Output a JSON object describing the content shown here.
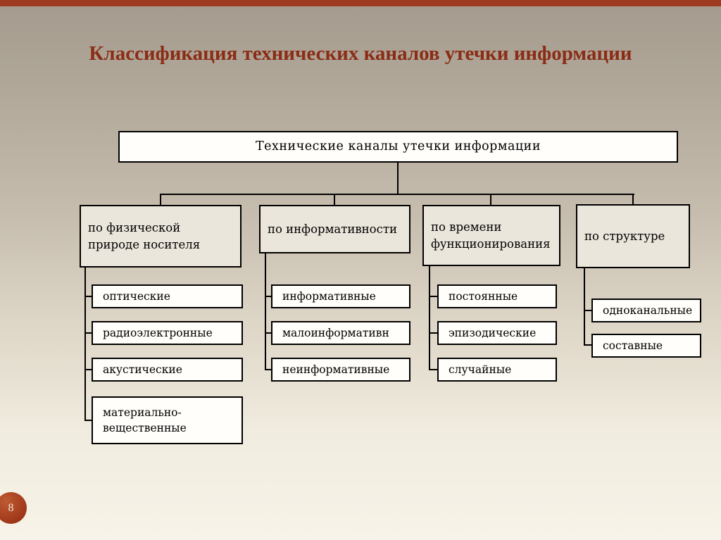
{
  "slide": {
    "title": "Классификация технических каналов утечки информации",
    "page_number": "8"
  },
  "colors": {
    "accent_bar": "#9e3a20",
    "title_text": "#8b2c15",
    "page_circle": "#9c3517",
    "box_border": "#000000",
    "category_fill": "#eae6db",
    "box_fill": "#fffefb"
  },
  "diagram": {
    "root": {
      "label": "Технические каналы утечки информации"
    },
    "columns": [
      {
        "header": "по физической природе носителя",
        "children": [
          "оптические",
          "радиоэлектронные",
          "акустические",
          "материально-вещественные"
        ]
      },
      {
        "header": "по информативности",
        "children": [
          "информативные",
          "малоинформативн",
          "неинформативные"
        ]
      },
      {
        "header": "по времени функционирования",
        "children": [
          "постоянные",
          "эпизодические",
          "случайные"
        ]
      },
      {
        "header": "по структуре",
        "children": [
          "одноканальные",
          "составные"
        ]
      }
    ]
  }
}
